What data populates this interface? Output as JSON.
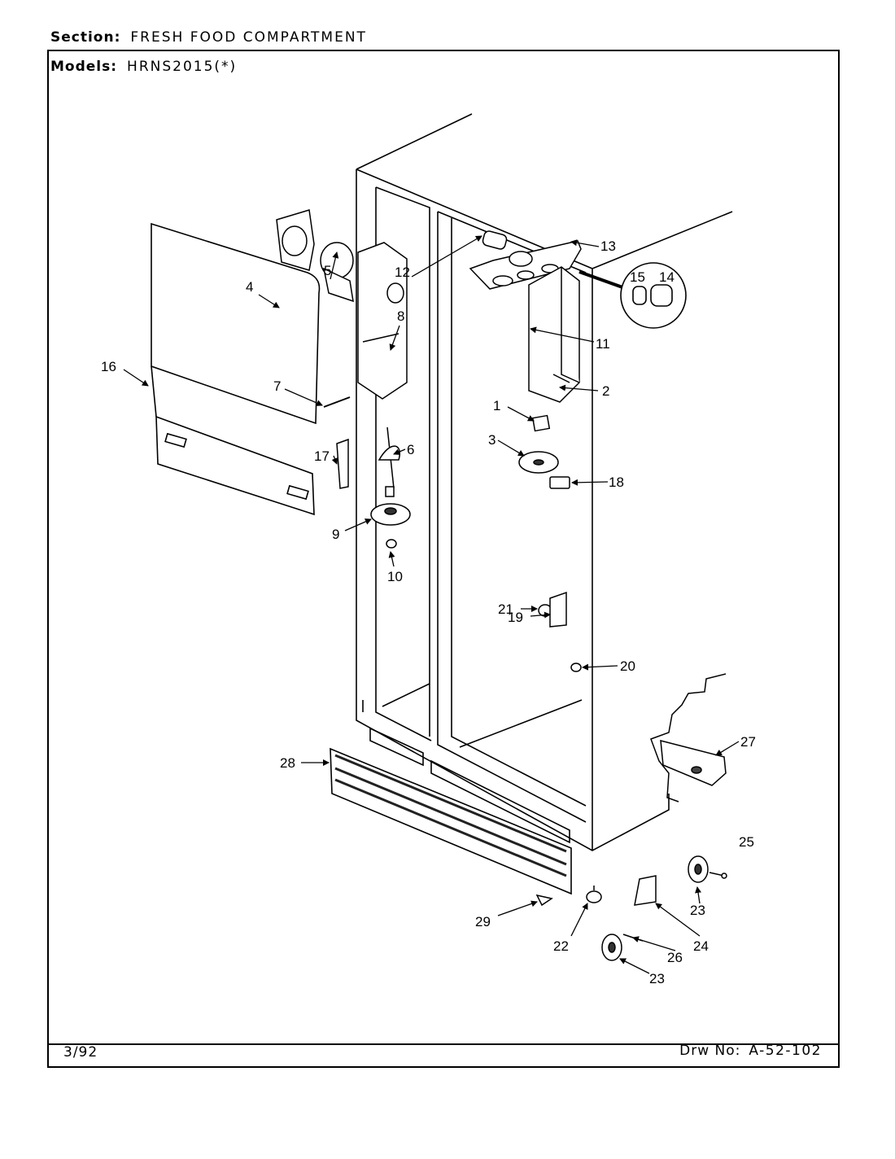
{
  "header": {
    "section_label": "Section:",
    "section_value": "FRESH FOOD COMPARTMENT",
    "models_label": "Models:",
    "models_value": "HRNS2015(*)"
  },
  "footer": {
    "date": "3/92",
    "drawing_label": "Drw No:",
    "drawing_number": "A-52-102"
  },
  "callouts": {
    "c1": "1",
    "c2": "2",
    "c3": "3",
    "c4": "4",
    "c5": "5",
    "c6": "6",
    "c7": "7",
    "c8": "8",
    "c9": "9",
    "c10": "10",
    "c11": "11",
    "c12": "12",
    "c13": "13",
    "c14": "14",
    "c15": "15",
    "c16": "16",
    "c17": "17",
    "c18": "18",
    "c19": "19",
    "c20": "20",
    "c21": "21",
    "c22": "22",
    "c23a": "23",
    "c23b": "23",
    "c24": "24",
    "c25": "25",
    "c26": "26",
    "c27": "27",
    "c28": "28",
    "c29": "29"
  }
}
